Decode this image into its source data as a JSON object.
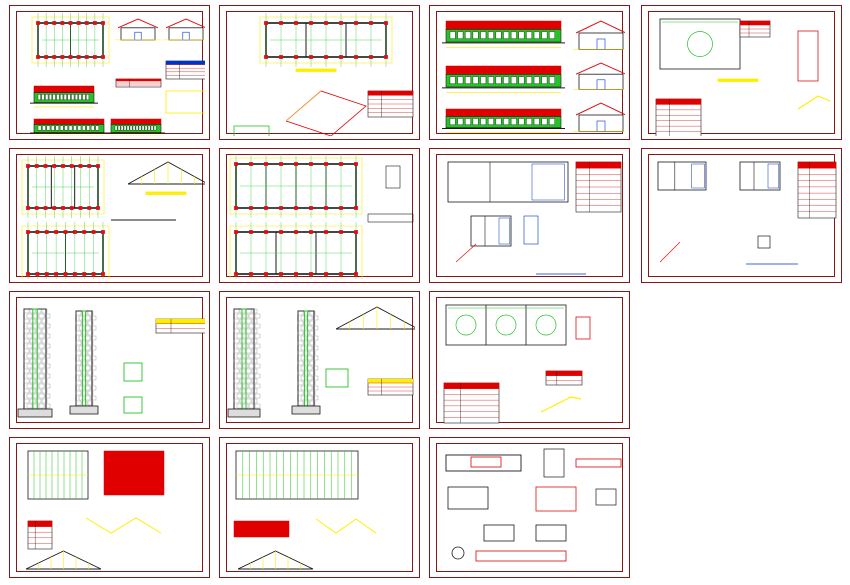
{
  "viewer": {
    "colors": {
      "frame": "#8a1515",
      "wall": "#1a1a1a",
      "grid": "#2ecc40",
      "dim": "#ffee00",
      "accent": "#e01010",
      "line": "#0033cc",
      "fill_red": "#e00000",
      "fill_green": "#27c227"
    },
    "sheets": [
      {
        "id": "s1",
        "kind": "plan-elevations"
      },
      {
        "id": "s2",
        "kind": "plan-perspective"
      },
      {
        "id": "s3",
        "kind": "elevations"
      },
      {
        "id": "s4",
        "kind": "electrical"
      },
      {
        "id": "s5",
        "kind": "plan-section"
      },
      {
        "id": "s6",
        "kind": "plans-two"
      },
      {
        "id": "s7",
        "kind": "sanitary"
      },
      {
        "id": "s8",
        "kind": "sanitary-small"
      },
      {
        "id": "s9",
        "kind": "wall-details"
      },
      {
        "id": "s10",
        "kind": "wall-details-truss"
      },
      {
        "id": "s11",
        "kind": "electrical-long"
      },
      {
        "id": "s12",
        "kind": "roof-plan"
      },
      {
        "id": "s13",
        "kind": "roof-plan-long"
      },
      {
        "id": "s14",
        "kind": "structural-details"
      }
    ]
  }
}
